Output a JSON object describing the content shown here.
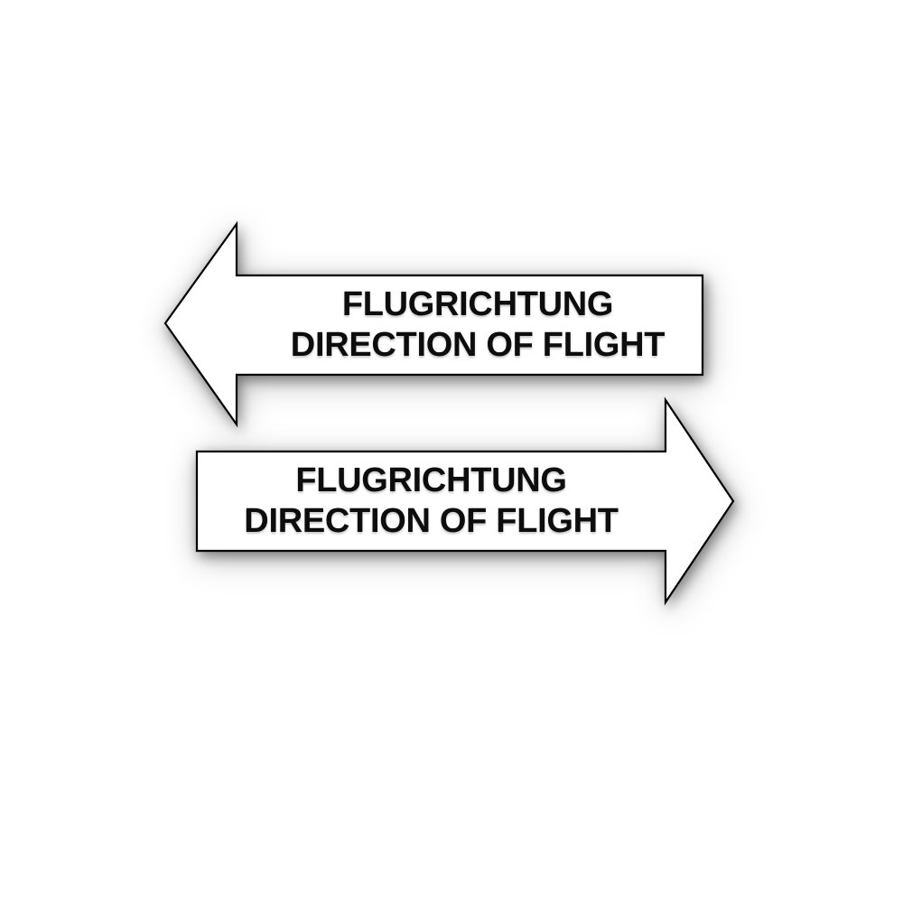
{
  "image": {
    "background_color": "#ffffff"
  },
  "style": {
    "arrow_fill": "#ffffff",
    "arrow_outline": "#000000",
    "text_color": "#0d0d0d",
    "shadow_color": "rgba(0,0,0,0.4)"
  },
  "arrows": [
    {
      "id": "top",
      "direction": "left",
      "label_line1": "FLUGRICHTUNG",
      "label_line2": "DIRECTION OF FLIGHT"
    },
    {
      "id": "bottom",
      "direction": "right",
      "label_line1": "FLUGRICHTUNG",
      "label_line2": "DIRECTION OF FLIGHT"
    }
  ]
}
